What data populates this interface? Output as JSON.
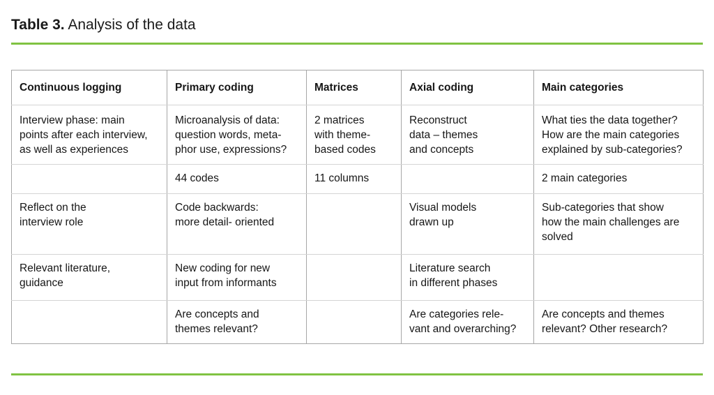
{
  "title": {
    "label": "Table 3.",
    "text": "Analysis of the data"
  },
  "theme": {
    "accent_green": "#80c342",
    "border_outer": "#a6a6a6",
    "border_inner": "#d4d4d4"
  },
  "table": {
    "headers": [
      "Continuous logging",
      "Primary coding",
      "Matrices",
      "Axial coding",
      "Main categories"
    ],
    "rows": [
      [
        "Interview phase: main\npoints after each interview,\nas well as experiences",
        "Microanalysis of data:\nquestion words, meta-\nphor use, expressions?",
        "2 matrices\nwith theme-\nbased codes",
        "Reconstruct\ndata – themes\nand concepts",
        "What ties the data together?\nHow are the main categories\nexplained by sub-categories?"
      ],
      [
        "",
        "44 codes",
        "11 columns",
        "",
        "2 main categories"
      ],
      [
        "Reflect on the\ninterview role",
        "Code backwards:\nmore detail- oriented",
        "",
        "Visual models\ndrawn up",
        "Sub-categories that show\nhow the main challenges are\nsolved"
      ],
      [
        "Relevant literature,\nguidance",
        "New coding for new\ninput from informants",
        "",
        "Literature search\nin different phases",
        ""
      ],
      [
        "",
        "Are concepts and\nthemes relevant?",
        "",
        "Are categories rele-\nvant and overarching?",
        "Are concepts and themes\nrelevant? Other research?"
      ]
    ]
  }
}
